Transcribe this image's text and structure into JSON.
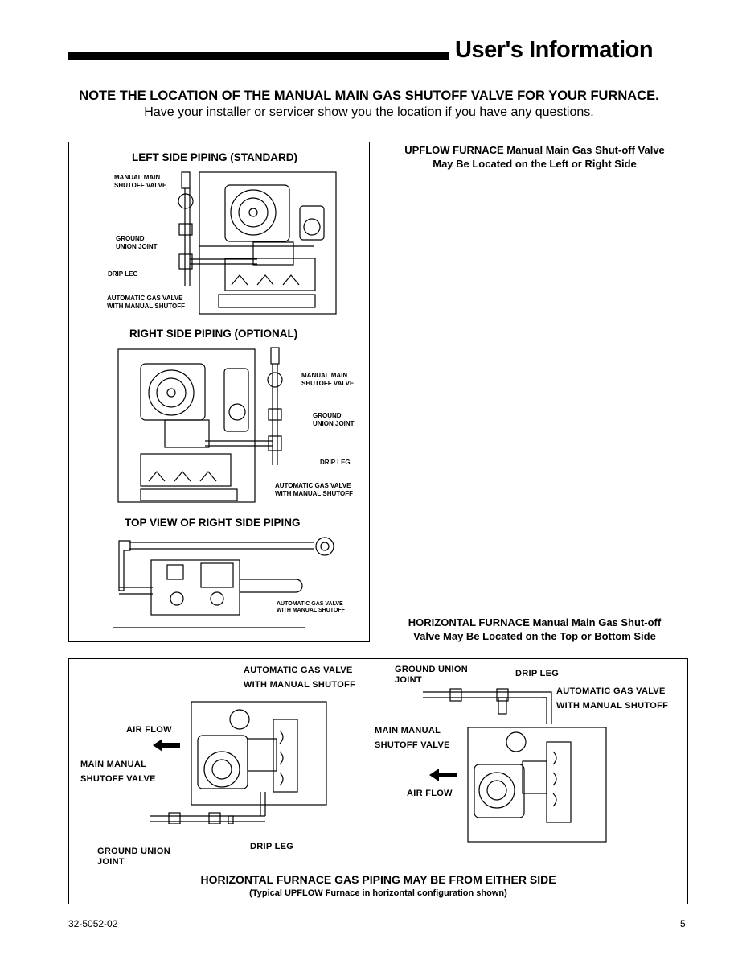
{
  "header": {
    "title": "User's Information"
  },
  "note": {
    "headline": "NOTE THE LOCATION OF THE MANUAL MAIN GAS SHUTOFF VALVE FOR YOUR FURNACE.",
    "subline": "Have your installer or servicer show you the location if you have any questions."
  },
  "upflow_panel": {
    "left_title": "LEFT SIDE PIPING (STANDARD)",
    "right_title": "RIGHT SIDE PIPING (OPTIONAL)",
    "top_title": "TOP VIEW OF RIGHT SIDE PIPING",
    "labels": {
      "manual_main_1": "MANUAL MAIN",
      "manual_main_2": "SHUTOFF VALVE",
      "ground_union_1": "GROUND",
      "ground_union_2": "UNION JOINT",
      "drip_leg": "DRIP LEG",
      "auto_gas_1": "AUTOMATIC GAS VALVE",
      "auto_gas_2": "WITH MANUAL SHUTOFF"
    }
  },
  "captions": {
    "upflow_1": "UPFLOW FURNACE Manual Main Gas Shut-off Valve",
    "upflow_2": "May Be Located on the Left or Right Side",
    "horizontal_1": "HORIZONTAL FURNACE Manual Main Gas Shut-off",
    "horizontal_2": "Valve May Be Located on the Top or Bottom Side"
  },
  "horizontal_panel": {
    "auto_gas_1": "AUTOMATIC GAS VALVE",
    "auto_gas_2": "WITH MANUAL SHUTOFF",
    "air_flow": "AIR FLOW",
    "main_manual_1": "MAIN MANUAL",
    "main_manual_2": "SHUTOFF VALVE",
    "ground_union_1": "GROUND  UNION",
    "ground_union_2": "JOINT",
    "drip_leg": "DRIP LEG",
    "footer_title": "HORIZONTAL FURNACE GAS PIPING MAY BE FROM EITHER SIDE",
    "footer_sub": "(Typical UPFLOW Furnace in horizontal configuration shown)"
  },
  "footer": {
    "doc_number": "32-5052-02",
    "page_number": "5"
  }
}
